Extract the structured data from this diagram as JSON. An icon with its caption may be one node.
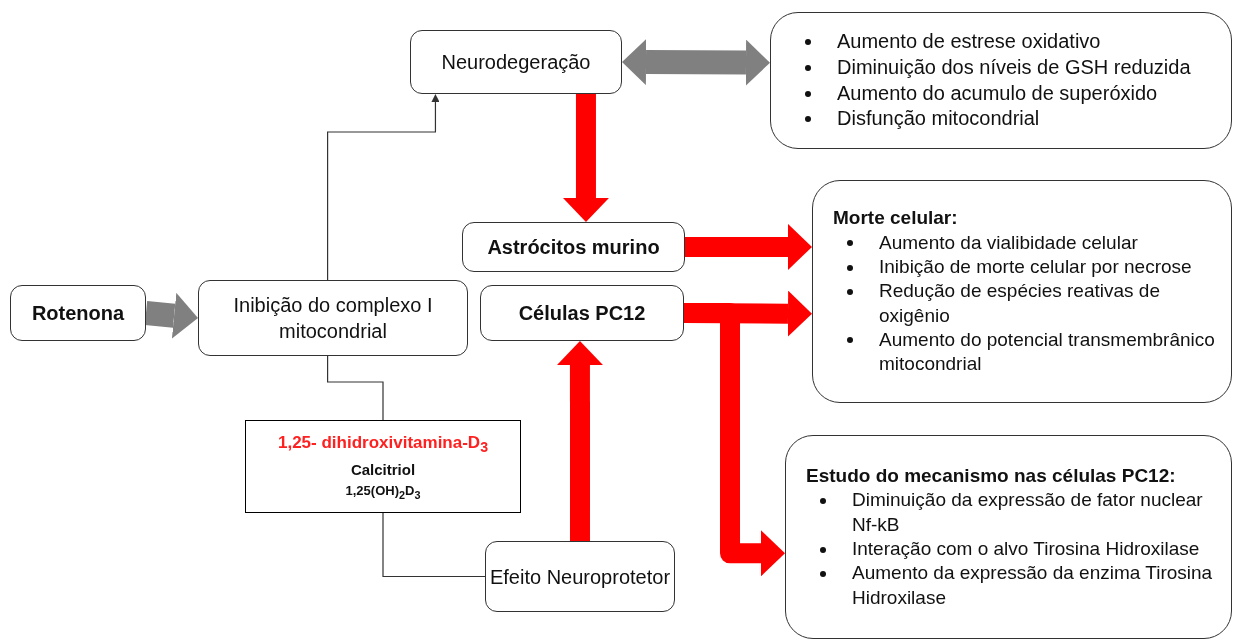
{
  "diagram": {
    "nodes": [
      {
        "text": [
          "Rotenona"
        ]
      },
      {
        "text": [
          "Inibição do complexo I mitocondrial"
        ]
      },
      {
        "text": [
          "Neurodegeração"
        ]
      },
      {
        "text": [
          "Aumento de estrese oxidativo",
          "Diminuição dos níveis de GSH reduzida",
          "Aumento do acumulo de superóxido",
          "Disfunção mitocondrial"
        ]
      },
      {
        "text": [
          "Astrócitos murino"
        ]
      },
      {
        "text": [
          "Células PC12"
        ]
      },
      {
        "text": [
          "Morte celular:",
          "Aumento da vialibidade celular",
          "Inibição de morte celular por necrose",
          "Redução de espécies reativas de oxigênio",
          "Aumento do potencial transmembrânico mitocondrial"
        ]
      },
      {
        "text": [
          "1,25- dihidroxivitamina-D$_{3}$",
          "Calcitriol",
          "1,25(OH)$_{2}$D$_{3}$"
        ]
      },
      {
        "text": [
          "Efeito Neuroprotetor"
        ]
      },
      {
        "text": [
          "Estudo do mecanismo nas células PC12:",
          "Diminuição da expressão de fator nuclear Nf-kB",
          "Interação com o alvo Tirosina Hidroxilase",
          "Aumento da expressão da enzima Tirosina Hidroxilase"
        ]
      }
    ],
    "edges": [
      {
        "from": 0,
        "to": 1,
        "arrow": "to",
        "color": "#808080"
      },
      {
        "from": 1,
        "to": 2,
        "arrow": "to",
        "color": "#333333"
      },
      {
        "from": 2,
        "to": 3,
        "arrow": "both",
        "color": "#808080"
      },
      {
        "from": 2,
        "to": 4,
        "arrow": "to",
        "color": "#ff0000"
      },
      {
        "from": 4,
        "to": 6,
        "arrow": "to",
        "color": "#ff0000"
      },
      {
        "from": 5,
        "to": 6,
        "arrow": "to",
        "color": "#ff0000"
      },
      {
        "from": 5,
        "to": 9,
        "arrow": "to",
        "color": "#ff0000"
      },
      {
        "from": 8,
        "to": 5,
        "arrow": "to",
        "color": "#ff0000"
      },
      {
        "from": 1,
        "to": 7,
        "arrow": "none",
        "color": "#333333"
      },
      {
        "from": 7,
        "to": 8,
        "arrow": "none",
        "color": "#333333"
      }
    ]
  }
}
